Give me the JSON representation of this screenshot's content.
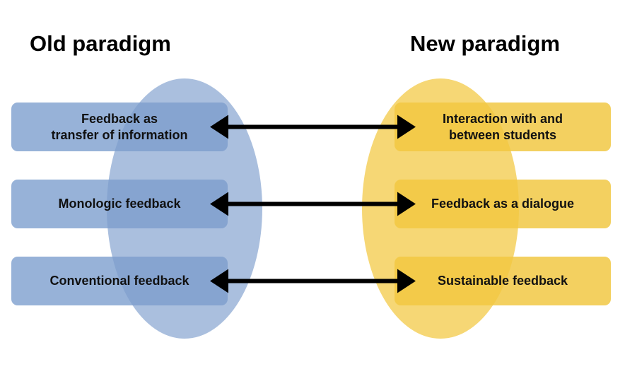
{
  "titles": {
    "old": "Old paradigm",
    "new": "New paradigm"
  },
  "old_items": [
    "Feedback as\ntransfer of information",
    "Monologic feedback",
    "Conventional feedback"
  ],
  "new_items": [
    "Interaction with and\nbetween students",
    "Feedback as a dialogue",
    "Sustainable feedback"
  ],
  "colors": {
    "old_box": "#97b2d8",
    "old_ellipse": "#7c9ccd",
    "new_box": "#f3d060",
    "new_ellipse": "#f3c840",
    "arrow": "#000000"
  }
}
